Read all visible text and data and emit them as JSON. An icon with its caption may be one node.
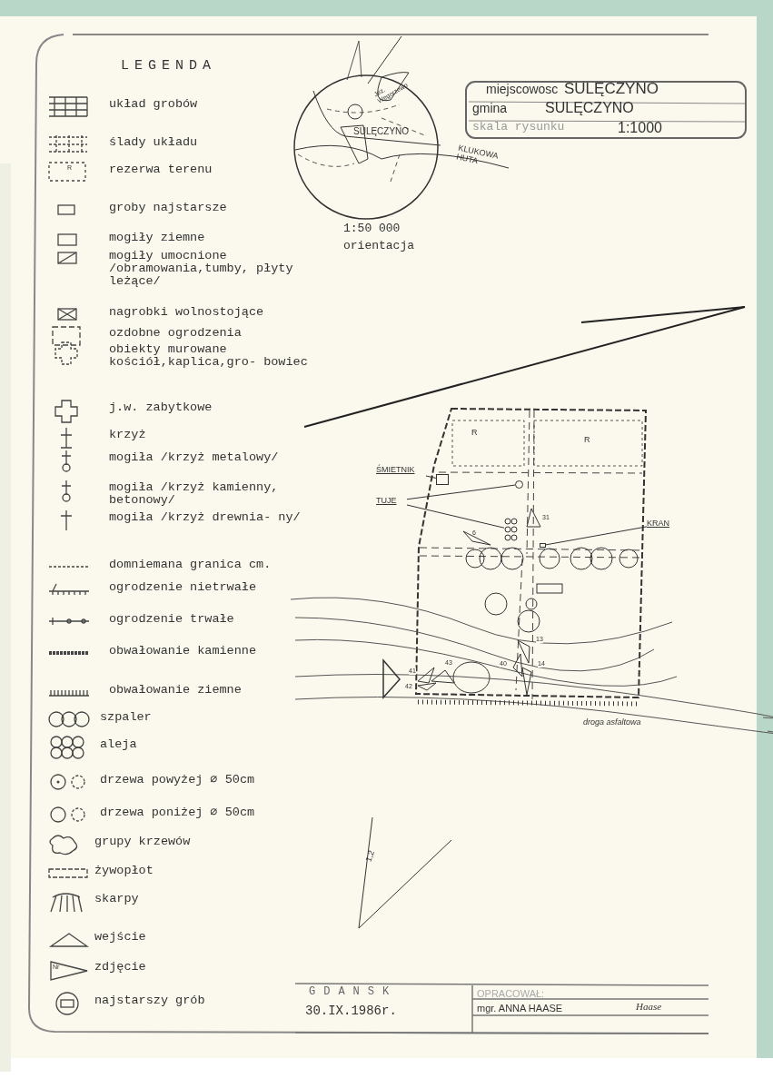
{
  "diagram": {
    "nodes": [
      {
        "text": [
          "ŚMIETNIK"
        ]
      },
      {
        "text": [],
        "shape": "box"
      },
      {
        "text": [
          "TUJE"
        ]
      },
      {
        "text": [],
        "shape": "circle"
      },
      {
        "text": [],
        "shape": "circle"
      },
      {
        "text": [
          "KRAN"
        ]
      },
      {
        "text": [],
        "shape": "box"
      }
    ],
    "edges": [
      {
        "from": 0,
        "to": 1,
        "arrow": "none"
      },
      {
        "from": 2,
        "to": 3,
        "arrow": "none"
      },
      {
        "from": 2,
        "to": 4,
        "arrow": "none"
      },
      {
        "from": 5,
        "to": 6,
        "arrow": "none"
      }
    ],
    "labels": [
      "LEGENDA",
      "R",
      "miejscowosc",
      "SULĘCZYNO",
      "gmina",
      "SULĘCZYNO",
      "skala rysunku",
      "1:1000",
      "Jez. Węgorzewo",
      "SULĘCZYNO",
      "KLUKOWA HUTA",
      "1:50 000",
      "orientacja",
      "R",
      "R",
      "6",
      "31",
      "13",
      "40",
      "14",
      "41",
      "43",
      "42",
      "droga asfaltowa",
      "1,2",
      "Nr",
      "GDANSK",
      "30.IX.1986r.",
      "OPRACOWAŁ:",
      "mgr. ANNA HAASE",
      "Haase"
    ],
    "legend": [
      {
        "text": "układ grobów"
      },
      {
        "text": "ślady układu"
      },
      {
        "text": "rezerwa terenu"
      },
      {
        "text": "groby najstarsze"
      },
      {
        "text": "mogiły ziemne"
      },
      {
        "text": "mogiły umocnione /obramowania,tumby, płyty leżące/"
      },
      {
        "text": "nagrobki wolnostojące"
      },
      {
        "text": "ozdobne ogrodzenia"
      },
      {
        "text": "obiekty murowane kościół,kaplica,gro- bowiec"
      },
      {
        "text": "j.w. zabytkowe"
      },
      {
        "text": "krzyż"
      },
      {
        "text": "mogiła /krzyż metalowy/"
      },
      {
        "text": "mogiła /krzyż kamienny, betonowy/"
      },
      {
        "text": "mogiła /krzyż drewnia- ny/"
      },
      {
        "text": "domniemana granica cm."
      },
      {
        "text": "ogrodzenie nietrwałe"
      },
      {
        "text": "ogrodzenie trwałe"
      },
      {
        "text": "obwałowanie kamienne"
      },
      {
        "text": "obwałowanie ziemne"
      },
      {
        "text": "szpaler"
      },
      {
        "text": "aleja"
      },
      {
        "text": "drzewa powyżej ⌀ 50cm"
      },
      {
        "text": "drzewa poniżej ⌀ 50cm"
      },
      {
        "text": "grupy krzewów"
      },
      {
        "text": "żywopłot"
      },
      {
        "text": "skarpy"
      },
      {
        "text": "wejście"
      },
      {
        "text": "zdjęcie"
      },
      {
        "text": "najstarszy grób"
      }
    ]
  }
}
